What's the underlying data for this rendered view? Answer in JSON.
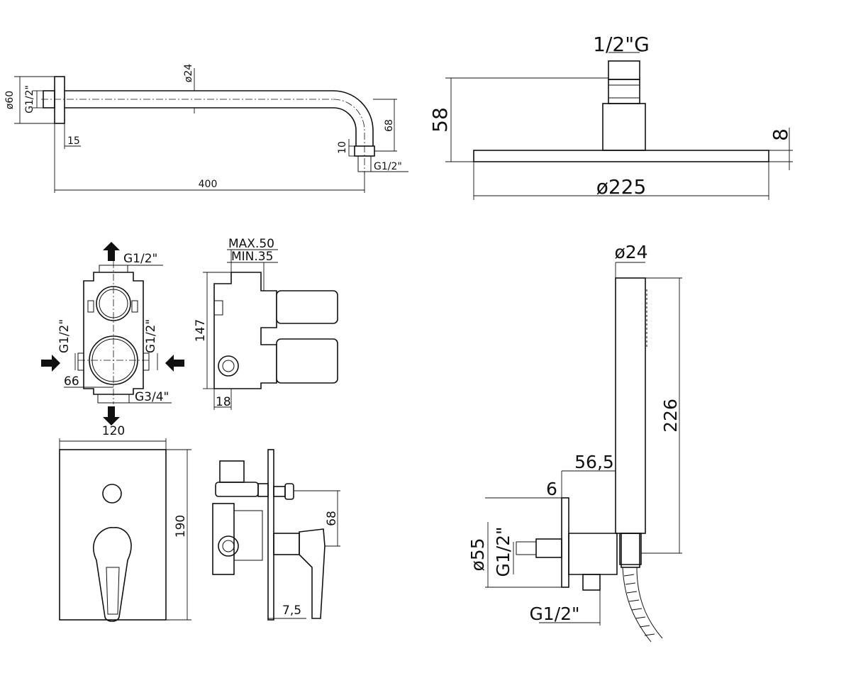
{
  "arm": {
    "flange_dia": "ø60",
    "thread_left": "G1/2\"",
    "tube_dia": "ø24",
    "flange_offset": "15",
    "length": "400",
    "drop": "68",
    "nozzle": "10",
    "thread_right": "G1/2\""
  },
  "head": {
    "thread": "1/2\"G",
    "height": "58",
    "thickness": "8",
    "diameter": "ø225"
  },
  "valve": {
    "top_thread": "G1/2\"",
    "left_thread": "G1/2\"",
    "right_thread": "G1/2\"",
    "offset": "66",
    "bottom_thread": "G3/4\""
  },
  "valve_side": {
    "max_depth": "MAX.50",
    "min_depth": "MIN.35",
    "height": "147",
    "base": "18"
  },
  "plate": {
    "width": "120",
    "height": "190"
  },
  "plate_side": {
    "spacing": "68",
    "thickness": "7,5"
  },
  "handshower": {
    "dia": "ø24",
    "length": "226",
    "reach": "56,5",
    "wall": "6",
    "flange_dia": "ø55",
    "thread_inlet": "G1/2\"",
    "thread_outlet": "G1/2\""
  }
}
